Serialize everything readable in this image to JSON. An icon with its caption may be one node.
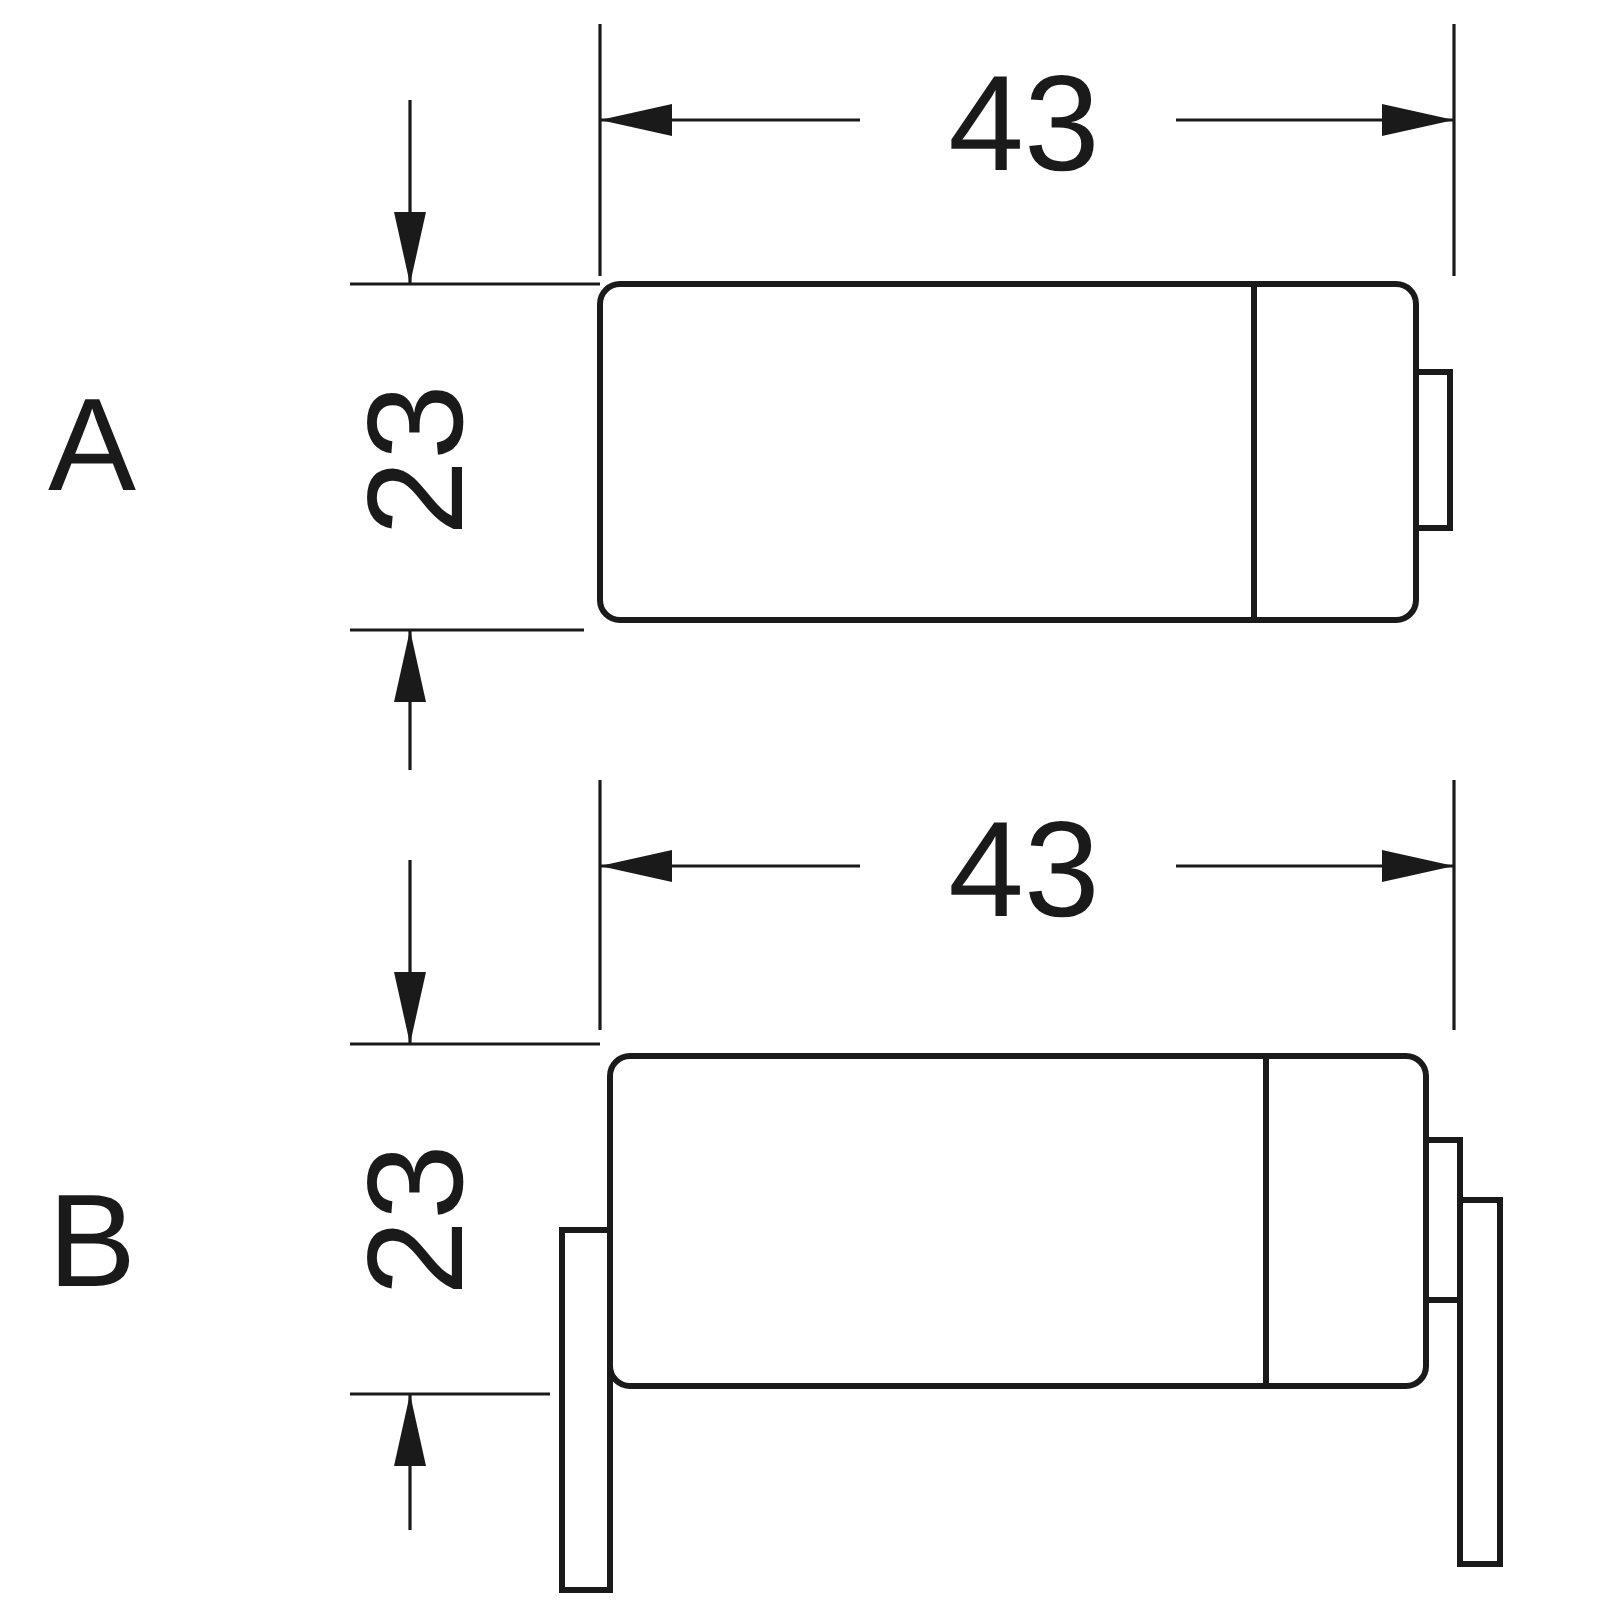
{
  "diagram": {
    "labels": [
      "43",
      "A",
      "23",
      "43",
      "B",
      "23"
    ]
  }
}
